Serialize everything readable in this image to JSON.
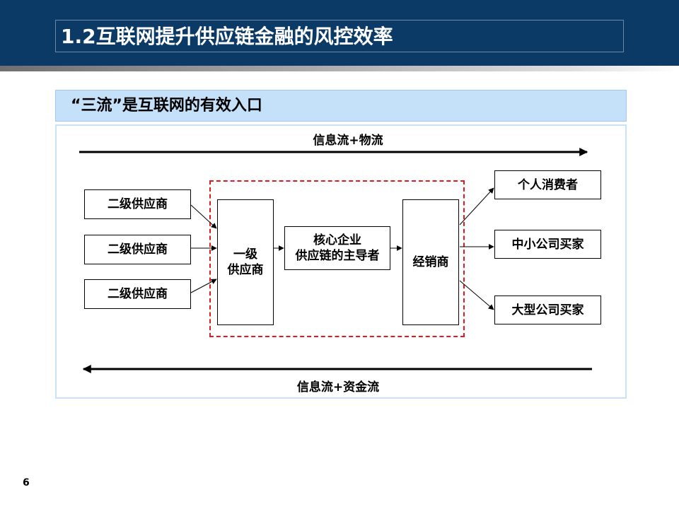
{
  "slide": {
    "title": "1.2互联网提升供应链金融的风控效率",
    "section_title": "“三流”是互联网的有效入口",
    "page_number": "6"
  },
  "diagram": {
    "top_flow_label": "信息流+物流",
    "bottom_flow_label": "信息流+资金流",
    "secondary_suppliers": [
      "二级供应商",
      "二级供应商",
      "二级供应商"
    ],
    "primary_supplier": [
      "一级",
      "供应商"
    ],
    "core_enterprise": [
      "核心企业",
      "供应链的主导者"
    ],
    "distributor": "经销商",
    "buyers": [
      "个人消费者",
      "中小公司买家",
      "大型公司买家"
    ]
  },
  "colors": {
    "header_bg": "#0c3a66",
    "section_band": "#c5e0f9",
    "dashed_border": "#e01a22"
  }
}
